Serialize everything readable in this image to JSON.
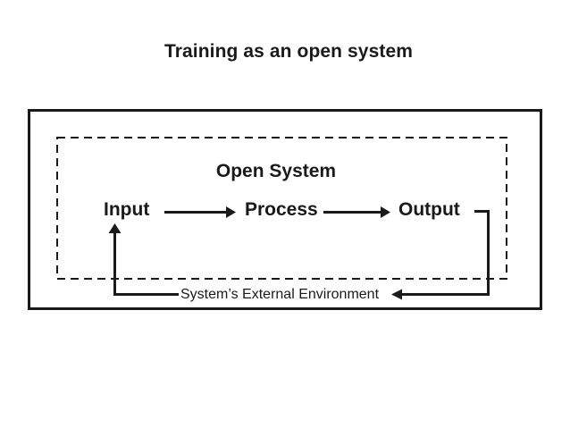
{
  "title": "Training as an open system",
  "diagram": {
    "inner_box_label": "Open System",
    "nodes": [
      {
        "id": "input",
        "label": "Input"
      },
      {
        "id": "process",
        "label": "Process"
      },
      {
        "id": "output",
        "label": "Output"
      }
    ],
    "flow": [
      "Input",
      "Process",
      "Output"
    ],
    "feedback_loop": "Output returns to Input through the external environment",
    "environment_label": "System’s External Environment"
  },
  "colors": {
    "ink": "#1a1a1a",
    "background": "#ffffff"
  }
}
